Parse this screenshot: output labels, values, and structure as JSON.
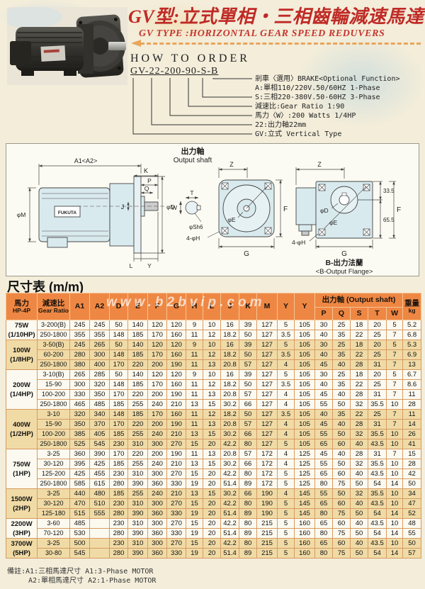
{
  "header": {
    "title_cn": "GV型:立式單相・三相齒輪減速馬達",
    "title_en": "GV TYPE :HORIZONTAL GEAR SPEED REDUVERS"
  },
  "order": {
    "heading": "HOW  TO  ORDER",
    "code": "GV-22-200-90-S-B",
    "callouts": [
      {
        "text": "剎車〈選用〉BRAKE<Optional Function>"
      },
      {
        "text": "A:單相110/220V.50/60HZ 1-Phase"
      },
      {
        "text": "S:三相220-380V.50-60HZ 3-Phase"
      },
      {
        "text": "減速比:Gear Ratio 1:90"
      },
      {
        "text": "馬力〈W〉:200  Watts 1/4HP"
      },
      {
        "text": "22:出力軸22mm"
      },
      {
        "text": "GV:立式 Vertical Type"
      }
    ]
  },
  "drawing": {
    "labels": {
      "output_shaft_cn": "出力軸",
      "output_shaft_en": "Output shaft",
      "a1a2": "A1<A2>",
      "k": "K",
      "p": "P",
      "q": "Q",
      "j": "J",
      "l": "L",
      "y": "Y",
      "phi_m": "φM",
      "phi_d": "φD",
      "t": "T",
      "w": "W",
      "sh6": "φSh6",
      "four_h": "4-φH",
      "z": "Z",
      "f": "F",
      "g": "G",
      "phi_e": "φE",
      "dim_a": "33.5",
      "dim_b": "65.5",
      "flange_cn": "B-出力法蘭",
      "flange_en": "<B-Output Flange>",
      "brand": "FUKUTA"
    }
  },
  "table": {
    "heading": "尺寸表 (m/m)",
    "watermark": "www.b2bvip.com",
    "col_headers": {
      "power": [
        "馬力",
        "HP-4P"
      ],
      "ratio": [
        "減速比",
        "Gear Ratio"
      ],
      "dims": [
        "A1",
        "A2",
        "D",
        "E",
        "F",
        "G",
        "H",
        "L",
        "J",
        "K",
        "M",
        "Y",
        "Y"
      ],
      "output_group": "出力軸 (Output shaft)",
      "output": [
        "P",
        "Q",
        "S",
        "T",
        "W"
      ],
      "weight": [
        "重量",
        "kg"
      ]
    },
    "groups": [
      {
        "power": "75W",
        "hp": "(1/10HP)",
        "rows": [
          {
            "ratio": "3-200(B)",
            "values": [
              "245",
              "245",
              "50",
              "140",
              "120",
              "120",
              "9",
              "10",
              "16",
              "39",
              "127",
              "5",
              "105",
              "30",
              "25",
              "18",
              "20",
              "5",
              "5.2"
            ]
          },
          {
            "ratio": "250-1800",
            "values": [
              "355",
              "355",
              "148",
              "185",
              "170",
              "160",
              "11",
              "12",
              "18.2",
              "50",
              "127",
              "3.5",
              "105",
              "40",
              "35",
              "22",
              "25",
              "7",
              "6.8"
            ]
          }
        ]
      },
      {
        "power": "100W",
        "hp": "(1/8HP)",
        "rows": [
          {
            "ratio": "3-50(B)",
            "values": [
              "245",
              "265",
              "50",
              "140",
              "120",
              "120",
              "9",
              "10",
              "16",
              "39",
              "127",
              "5",
              "105",
              "30",
              "25",
              "18",
              "20",
              "5",
              "5.3"
            ]
          },
          {
            "ratio": "60-200",
            "values": [
              "280",
              "300",
              "148",
              "185",
              "170",
              "160",
              "11",
              "12",
              "18.2",
              "50",
              "127",
              "3.5",
              "105",
              "40",
              "35",
              "22",
              "25",
              "7",
              "6.9"
            ]
          },
          {
            "ratio": "250-1800",
            "values": [
              "380",
              "400",
              "170",
              "220",
              "200",
              "190",
              "11",
              "13",
              "20.8",
              "57",
              "127",
              "4",
              "105",
              "45",
              "40",
              "28",
              "31",
              "7",
              "13"
            ]
          }
        ]
      },
      {
        "power": "200W",
        "hp": "(1/4HP)",
        "rows": [
          {
            "ratio": "3-10(B)",
            "values": [
              "265",
              "285",
              "50",
              "140",
              "120",
              "120",
              "9",
              "10",
              "16",
              "39",
              "127",
              "5",
              "105",
              "30",
              "25",
              "18",
              "20",
              "5",
              "6.7"
            ]
          },
          {
            "ratio": "15-90",
            "values": [
              "300",
              "320",
              "148",
              "185",
              "170",
              "160",
              "11",
              "12",
              "18.2",
              "50",
              "127",
              "3.5",
              "105",
              "40",
              "35",
              "22",
              "25",
              "7",
              "8.6"
            ]
          },
          {
            "ratio": "100-200",
            "values": [
              "330",
              "350",
              "170",
              "220",
              "200",
              "190",
              "11",
              "13",
              "20.8",
              "57",
              "127",
              "4",
              "105",
              "45",
              "40",
              "28",
              "31",
              "7",
              "11"
            ]
          },
          {
            "ratio": "250-1800",
            "values": [
              "465",
              "485",
              "185",
              "255",
              "240",
              "210",
              "13",
              "15",
              "30.2",
              "66",
              "127",
              "4",
              "105",
              "55",
              "50",
              "32",
              "35.5",
              "10",
              "28"
            ]
          }
        ]
      },
      {
        "power": "400W",
        "hp": "(1/2HP)",
        "rows": [
          {
            "ratio": "3-10",
            "values": [
              "320",
              "340",
              "148",
              "185",
              "170",
              "160",
              "11",
              "12",
              "18.2",
              "50",
              "127",
              "3.5",
              "105",
              "40",
              "35",
              "22",
              "25",
              "7",
              "11"
            ]
          },
          {
            "ratio": "15-90",
            "values": [
              "350",
              "370",
              "170",
              "220",
              "200",
              "190",
              "11",
              "13",
              "20.8",
              "57",
              "127",
              "4",
              "105",
              "45",
              "40",
              "28",
              "31",
              "7",
              "14"
            ]
          },
          {
            "ratio": "100-200",
            "values": [
              "385",
              "405",
              "185",
              "255",
              "240",
              "210",
              "13",
              "15",
              "30.2",
              "66",
              "127",
              "4",
              "105",
              "55",
              "50",
              "32",
              "35.5",
              "10",
              "26"
            ]
          },
          {
            "ratio": "250-1800",
            "values": [
              "525",
              "545",
              "230",
              "310",
              "300",
              "270",
              "15",
              "20",
              "42.2",
              "80",
              "127",
              "5",
              "105",
              "65",
              "60",
              "40",
              "43.5",
              "10",
              "41"
            ]
          }
        ]
      },
      {
        "power": "750W",
        "hp": "(1HP)",
        "rows": [
          {
            "ratio": "3-25",
            "values": [
              "360",
              "390",
              "170",
              "220",
              "200",
              "190",
              "11",
              "13",
              "20.8",
              "57",
              "172",
              "4",
              "125",
              "45",
              "40",
              "28",
              "31",
              "7",
              "15"
            ]
          },
          {
            "ratio": "30-120",
            "values": [
              "395",
              "425",
              "185",
              "255",
              "240",
              "210",
              "13",
              "15",
              "30.2",
              "66",
              "172",
              "4",
              "125",
              "55",
              "50",
              "32",
              "35.5",
              "10",
              "28"
            ]
          },
          {
            "ratio": "125-200",
            "values": [
              "425",
              "455",
              "230",
              "310",
              "300",
              "270",
              "15",
              "20",
              "42.2",
              "80",
              "172",
              "5",
              "125",
              "65",
              "60",
              "40",
              "43.5",
              "10",
              "42"
            ]
          },
          {
            "ratio": "250-1800",
            "values": [
              "585",
              "615",
              "280",
              "390",
              "360",
              "330",
              "19",
              "20",
              "51.4",
              "89",
              "172",
              "5",
              "125",
              "80",
              "75",
              "50",
              "54",
              "14",
              "50"
            ]
          }
        ]
      },
      {
        "power": "1500W",
        "hp": "(2HP)",
        "rows": [
          {
            "ratio": "3-25",
            "values": [
              "440",
              "480",
              "185",
              "255",
              "240",
              "210",
              "13",
              "15",
              "30.2",
              "66",
              "190",
              "4",
              "145",
              "55",
              "50",
              "32",
              "35.5",
              "10",
              "34"
            ]
          },
          {
            "ratio": "30-120",
            "values": [
              "470",
              "510",
              "230",
              "310",
              "300",
              "270",
              "15",
              "20",
              "42.2",
              "80",
              "190",
              "5",
              "145",
              "65",
              "60",
              "40",
              "43.5",
              "10",
              "47"
            ]
          },
          {
            "ratio": "125-180",
            "values": [
              "515",
              "555",
              "280",
              "390",
              "360",
              "330",
              "19",
              "20",
              "51.4",
              "89",
              "190",
              "5",
              "145",
              "80",
              "75",
              "50",
              "54",
              "14",
              "52"
            ]
          }
        ]
      },
      {
        "power": "2200W",
        "hp": "(3HP)",
        "rows": [
          {
            "ratio": "3-60",
            "values": [
              "485",
              "",
              "230",
              "310",
              "300",
              "270",
              "15",
              "20",
              "42.2",
              "80",
              "215",
              "5",
              "160",
              "65",
              "60",
              "40",
              "43.5",
              "10",
              "48"
            ]
          },
          {
            "ratio": "70-120",
            "values": [
              "530",
              "",
              "280",
              "390",
              "360",
              "330",
              "19",
              "20",
              "51.4",
              "89",
              "215",
              "5",
              "160",
              "80",
              "75",
              "50",
              "54",
              "14",
              "55"
            ]
          }
        ]
      },
      {
        "power": "3700W",
        "hp": "(5HP)",
        "rows": [
          {
            "ratio": "3-25",
            "values": [
              "500",
              "",
              "230",
              "310",
              "300",
              "270",
              "15",
              "20",
              "42.2",
              "80",
              "215",
              "5",
              "160",
              "65",
              "60",
              "40",
              "43.5",
              "10",
              "50"
            ]
          },
          {
            "ratio": "30-80",
            "values": [
              "545",
              "",
              "280",
              "390",
              "360",
              "330",
              "19",
              "20",
              "51.4",
              "89",
              "215",
              "5",
              "160",
              "80",
              "75",
              "50",
              "54",
              "14",
              "57"
            ]
          }
        ]
      }
    ]
  },
  "footnote": {
    "line1": "備註:A1:三相馬達尺寸  A1:3-Phase MOTOR",
    "line2": "A2:單相馬達尺寸  A2:1-Phase MOTOR"
  },
  "colors": {
    "accent_red": "#bf2a25",
    "header_orange": "#ee8743",
    "row_tan": "#f0dba6",
    "arrow_orange": "#e9a55b"
  }
}
